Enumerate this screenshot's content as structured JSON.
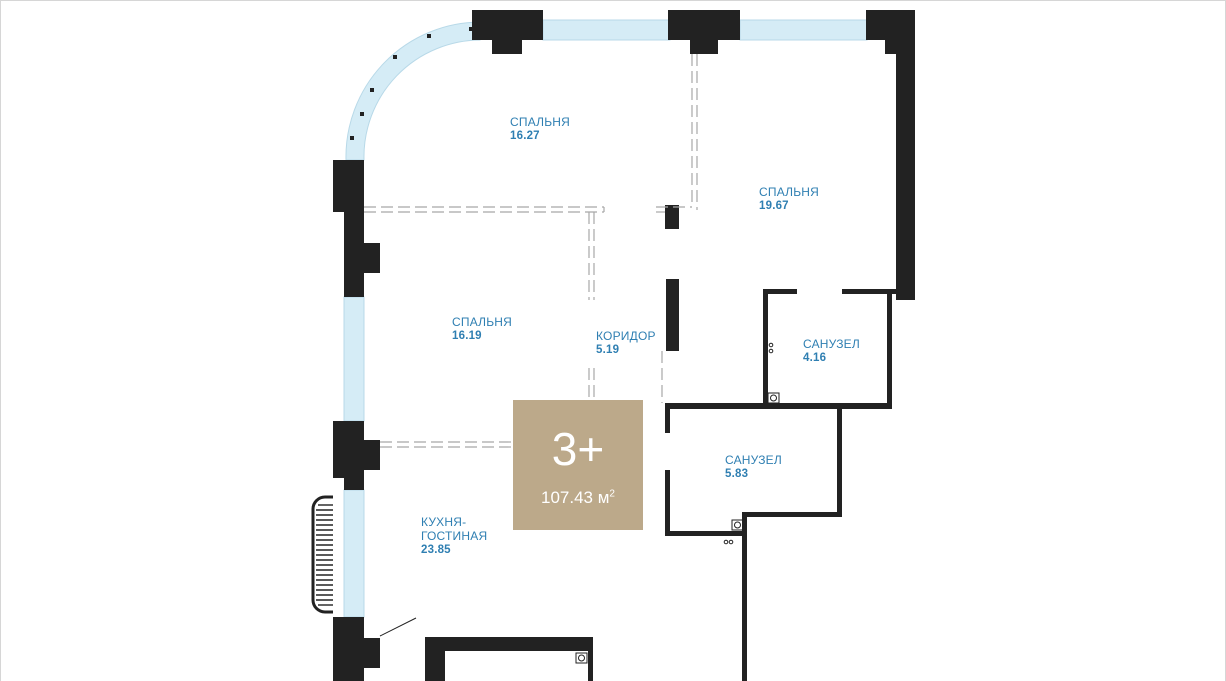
{
  "colors": {
    "wall": "#222222",
    "window": "#d5ecf6",
    "badge_bg": "#bca98a",
    "label": "#2f7fb2",
    "dash": "#a8a8a8"
  },
  "apartment": {
    "type": "3+",
    "area_value": "107.43 м",
    "area_unit_sup": "2"
  },
  "rooms": [
    {
      "id": "bedroom-1",
      "name": "СПАЛЬНЯ",
      "area": "16.27"
    },
    {
      "id": "bedroom-2",
      "name": "СПАЛЬНЯ",
      "area": "19.67"
    },
    {
      "id": "bedroom-3",
      "name": "СПАЛЬНЯ",
      "area": "16.19"
    },
    {
      "id": "corridor",
      "name": "КОРИДОР",
      "area": "5.19"
    },
    {
      "id": "bathroom-1",
      "name": "САНУЗЕЛ",
      "area": "4.16"
    },
    {
      "id": "bathroom-2",
      "name": "САНУЗЕЛ",
      "area": "5.83"
    },
    {
      "id": "kitchen",
      "name": "КУХНЯ-",
      "name2": "ГОСТИНАЯ",
      "area": "23.85"
    }
  ]
}
